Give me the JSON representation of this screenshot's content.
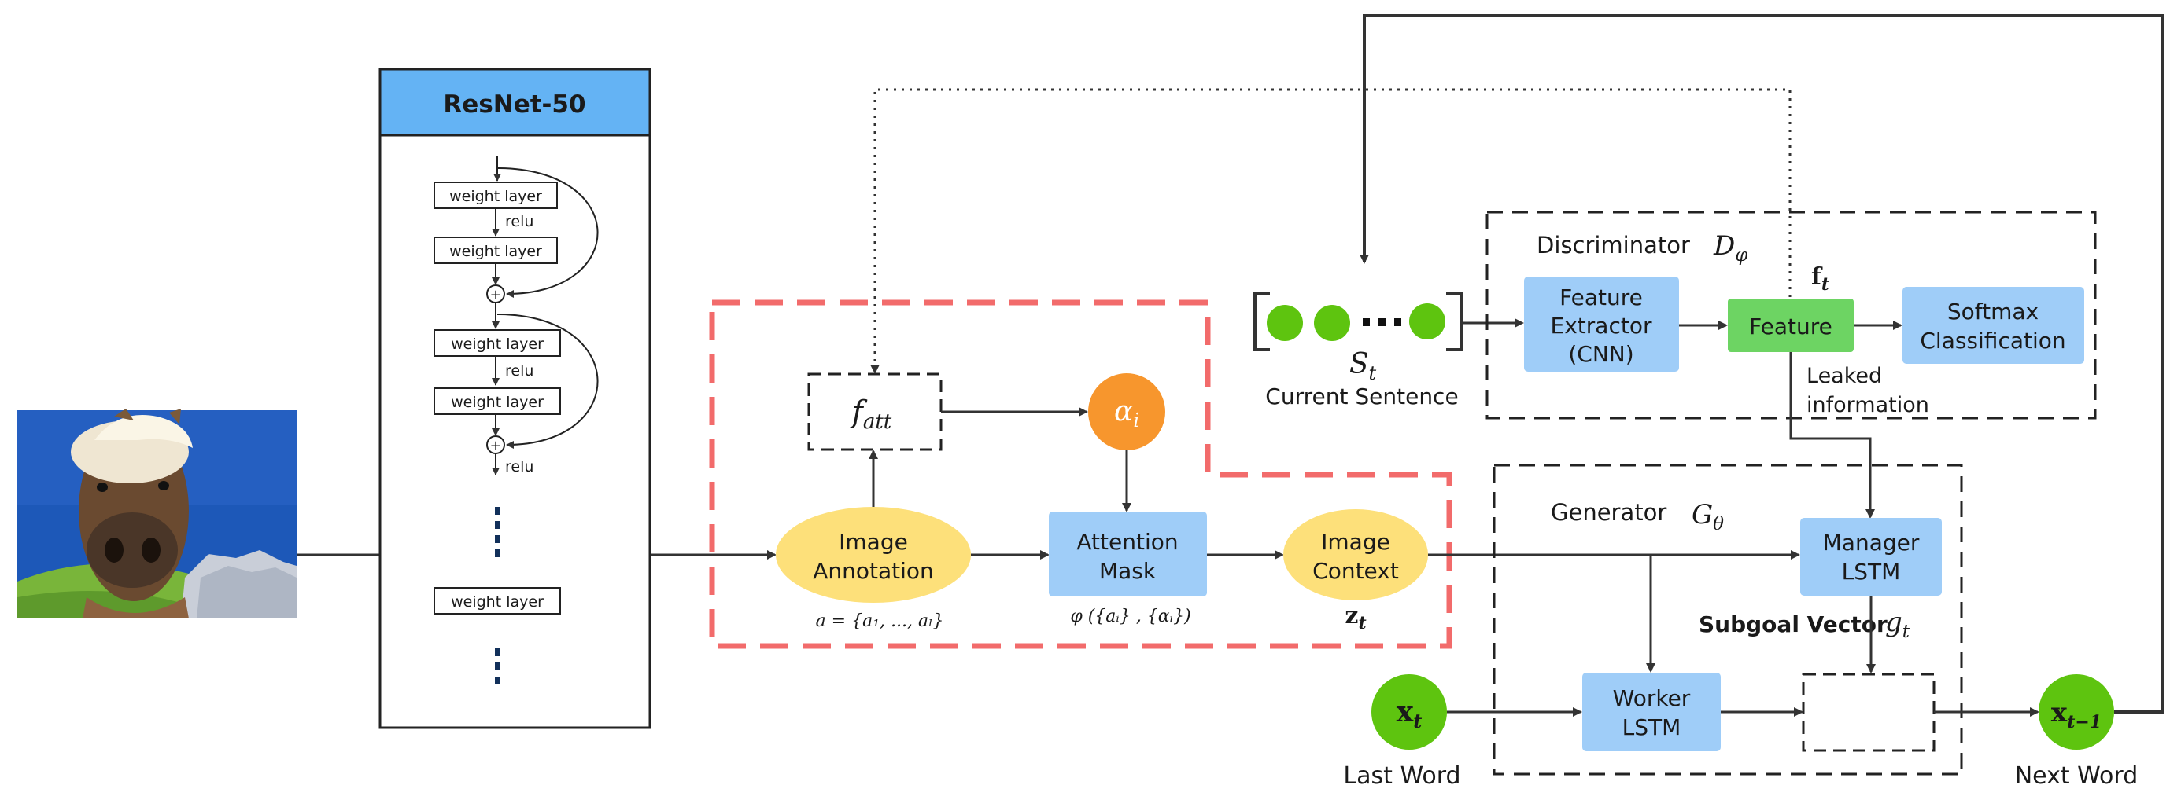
{
  "resnet": {
    "title": "ResNet-50",
    "weight_layer": "weight layer",
    "relu": "relu",
    "plus": "+",
    "dots": "⋮"
  },
  "attention": {
    "f_att": "f",
    "f_att_sub": "att",
    "alpha": "α",
    "alpha_sub": "i",
    "image_annotation": [
      "Image",
      "Annotation"
    ],
    "annotation_formula": "a = {a₁, ..., aₗ}",
    "attention_mask": [
      "Attention",
      "Mask"
    ],
    "mask_formula": "φ ({aᵢ} , {αᵢ})",
    "image_context": [
      "Image",
      "Context"
    ],
    "context_symbol": "z",
    "context_sub": "t"
  },
  "sentence": {
    "symbol": "S",
    "symbol_sub": "t",
    "label": "Current Sentence",
    "ellipsis": "···"
  },
  "discriminator": {
    "label": "Discriminator",
    "symbol": "D",
    "symbol_sub": "φ",
    "feature_extractor": [
      "Feature",
      "Extractor",
      "(CNN)"
    ],
    "feature": "Feature",
    "f_symbol": "f",
    "f_sub": "t",
    "softmax": [
      "Softmax",
      "Classification"
    ],
    "leaked": [
      "Leaked",
      "information"
    ]
  },
  "generator": {
    "label": "Generator",
    "symbol": "G",
    "symbol_sub": "θ",
    "manager": [
      "Manager",
      "LSTM"
    ],
    "worker": [
      "Worker",
      "LSTM"
    ],
    "subgoal_label": "Subgoal Vector",
    "subgoal_symbol": "g",
    "subgoal_sub": "t"
  },
  "words": {
    "xt_symbol": "x",
    "xt_sub": "t",
    "last_word": "Last Word",
    "xt1_symbol": "x",
    "xt1_sub": "t−1",
    "next_word": "Next Word"
  },
  "colors": {
    "blue_box": "#9fcdf8",
    "resnet_header": "#64b3f4",
    "yellow": "#fde07a",
    "orange": "#f7962d",
    "green_box": "#6dd463",
    "green_dot": "#5ec40f",
    "red_dash": "#f26b6b"
  }
}
